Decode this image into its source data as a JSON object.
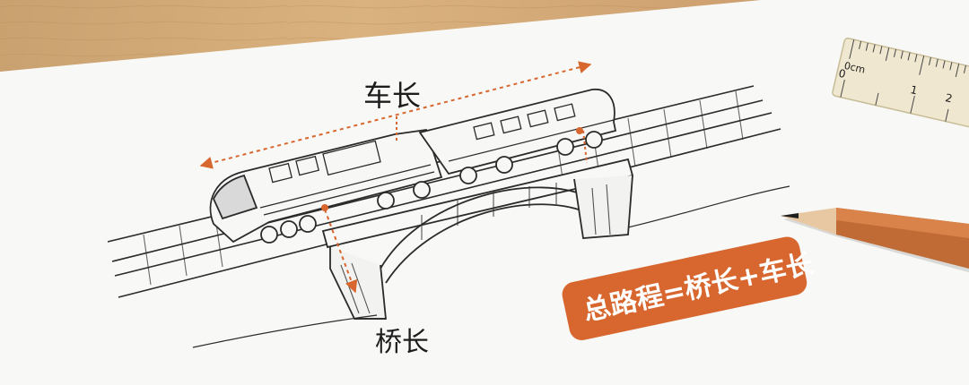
{
  "labels": {
    "train_length": "车长",
    "bridge_length": "桥长",
    "formula": "总路程=桥长+车长"
  },
  "ruler": {
    "unit": "0cm",
    "ticks": [
      "0",
      "1",
      "2"
    ]
  },
  "colors": {
    "accent": "#d8672f",
    "paper": "#f8f8f6",
    "sketch": "#2b2b2b",
    "wood": "#d0a572"
  },
  "objects": [
    "sketch-paper",
    "train-sketch",
    "bridge-sketch",
    "ruler",
    "pencil"
  ]
}
